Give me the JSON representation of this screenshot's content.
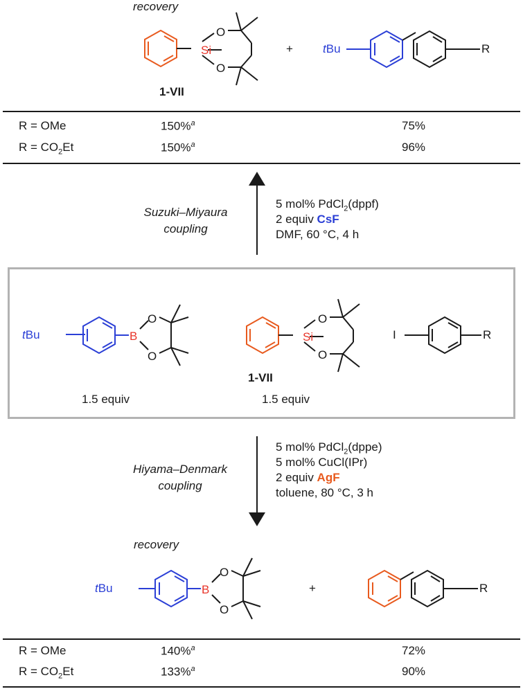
{
  "colors": {
    "orange": "#e85a1e",
    "blue": "#2b3fd6",
    "silicon_red": "#e8352a",
    "boron_red": "#e8352a",
    "black": "#1a1a1a",
    "box_gray": "#b3b3b3"
  },
  "top": {
    "recovery_label": "recovery",
    "compound_label": "1-VII",
    "plus": "+",
    "tbu_label": "tBu",
    "tbu_italic_part": "t",
    "tbu_rest": "Bu",
    "r_label": "R",
    "si_label": "Si",
    "o_label": "O",
    "rows": [
      {
        "r": "R = OMe",
        "recovery": "150%",
        "recovery_note": "a",
        "yield": "75%"
      },
      {
        "r_prefix": "R = CO",
        "r_sub": "2",
        "r_suffix": "Et",
        "recovery": "150%",
        "recovery_note": "a",
        "yield": "96%"
      }
    ]
  },
  "suzuki": {
    "name_line1": "Suzuki–Miyaura",
    "name_line2": "coupling",
    "cond1_prefix": "5 mol% PdCl",
    "cond1_sub": "2",
    "cond1_suffix": "(dppf)",
    "cond2_prefix": "2 equiv ",
    "cond2_reagent": "CsF",
    "cond3": "DMF, 60 °C, 4 h"
  },
  "middle": {
    "tbu_italic_part": "t",
    "tbu_rest": "Bu",
    "b_label": "B",
    "o_label": "O",
    "si_label": "Si",
    "i_label": "I",
    "r_label": "R",
    "compound_label": "1-VII",
    "equiv_left": "1.5 equiv",
    "equiv_mid": "1.5 equiv"
  },
  "hiyama": {
    "name_line1": "Hiyama–Denmark",
    "name_line2": "coupling",
    "cond1_prefix": "5 mol% PdCl",
    "cond1_sub": "2",
    "cond1_suffix": "(dppe)",
    "cond2": "5 mol% CuCl(IPr)",
    "cond3_prefix": "2 equiv ",
    "cond3_reagent": "AgF",
    "cond4": "toluene, 80 °C, 3 h"
  },
  "bottom": {
    "recovery_label": "recovery",
    "plus": "+",
    "tbu_italic_part": "t",
    "tbu_rest": "Bu",
    "b_label": "B",
    "o_label": "O",
    "r_label": "R",
    "rows": [
      {
        "r": "R = OMe",
        "recovery": "140%",
        "recovery_note": "a",
        "yield": "72%"
      },
      {
        "r_prefix": "R = CO",
        "r_sub": "2",
        "r_suffix": "Et",
        "recovery": "133%",
        "recovery_note": "a",
        "yield": "90%"
      }
    ]
  }
}
